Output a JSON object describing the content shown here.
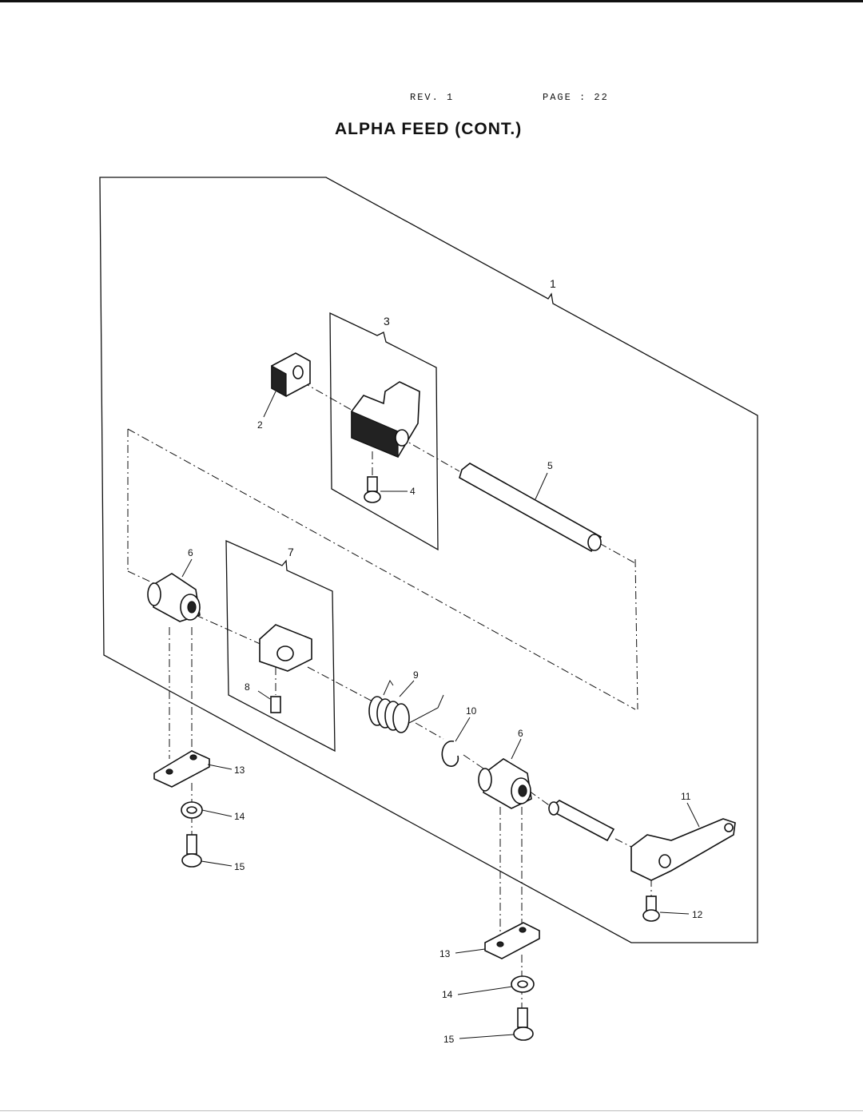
{
  "header": {
    "rev": "REV. 1",
    "page": "PAGE : 22",
    "title": "ALPHA FEED (CONT.)"
  },
  "callouts": {
    "c1": "1",
    "c2": "2",
    "c3": "3",
    "c4": "4",
    "c5": "5",
    "c6a": "6",
    "c6b": "6",
    "c7": "7",
    "c8": "8",
    "c9": "9",
    "c10": "10",
    "c11": "11",
    "c12": "12",
    "c13a": "13",
    "c13b": "13",
    "c14a": "14",
    "c14b": "14",
    "c15a": "15",
    "c15b": "15"
  }
}
